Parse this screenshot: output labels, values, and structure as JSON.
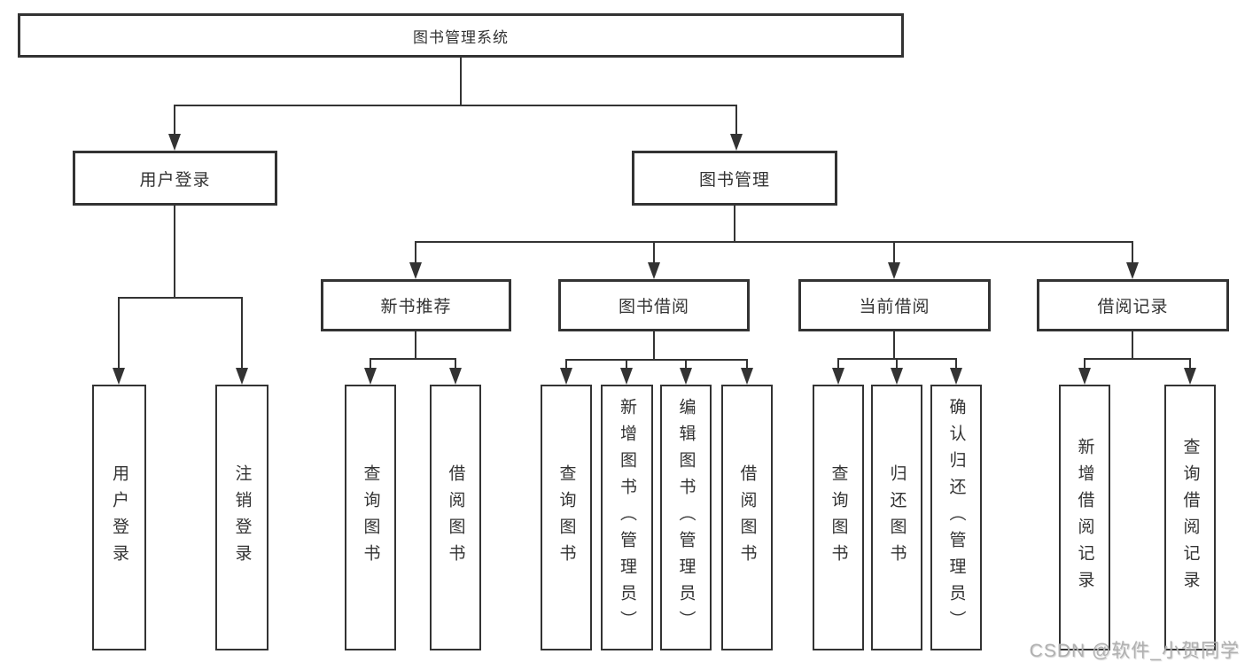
{
  "diagram": {
    "type": "function-structure-tree",
    "root": {
      "label": "图书管理系统"
    },
    "level2": [
      {
        "label": "用户登录",
        "parent": "图书管理系统"
      },
      {
        "label": "图书管理",
        "parent": "图书管理系统"
      }
    ],
    "level3": [
      {
        "label": "新书推荐",
        "parent": "图书管理"
      },
      {
        "label": "图书借阅",
        "parent": "图书管理"
      },
      {
        "label": "当前借阅",
        "parent": "图书管理"
      },
      {
        "label": "借阅记录",
        "parent": "图书管理"
      }
    ],
    "leaves": [
      {
        "label": "用户登录",
        "parent": "用户登录"
      },
      {
        "label": "注销登录",
        "parent": "用户登录"
      },
      {
        "label": "查询图书",
        "parent": "新书推荐"
      },
      {
        "label": "借阅图书",
        "parent": "新书推荐"
      },
      {
        "label": "查询图书",
        "parent": "图书借阅"
      },
      {
        "label": "新增图书（管理员）",
        "parent": "图书借阅"
      },
      {
        "label": "编辑图书（管理员）",
        "parent": "图书借阅"
      },
      {
        "label": "借阅图书",
        "parent": "图书借阅"
      },
      {
        "label": "查询图书",
        "parent": "当前借阅"
      },
      {
        "label": "归还图书",
        "parent": "当前借阅"
      },
      {
        "label": "确认归还（管理员）",
        "parent": "当前借阅"
      },
      {
        "label": "新增借阅记录",
        "parent": "借阅记录"
      },
      {
        "label": "查询借阅记录",
        "parent": "借阅记录"
      }
    ]
  },
  "watermark": "CSDN @软件_小贺同学",
  "colors": {
    "line": "#333333",
    "text": "#333333",
    "background": "#ffffff",
    "watermark": "#b0b0b0"
  }
}
